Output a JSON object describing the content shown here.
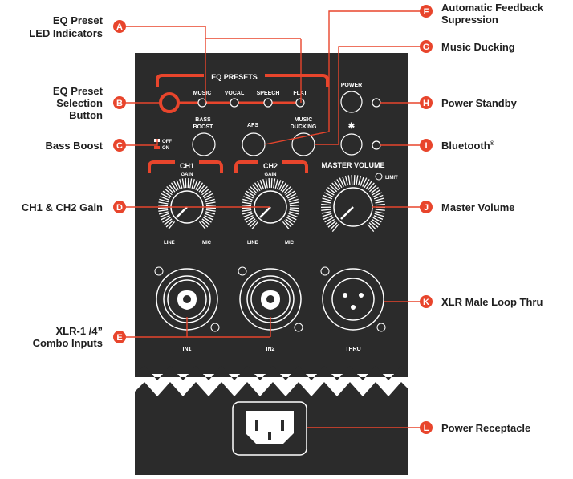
{
  "colors": {
    "panel": "#2b2b2b",
    "accent": "#e8452c",
    "line": "#e8452c",
    "text": "#1f1f1f",
    "panel_text": "#ffffff"
  },
  "callouts": {
    "A": {
      "letter": "A",
      "line1": "EQ Preset",
      "line2": "LED Indicators"
    },
    "B": {
      "letter": "B",
      "line1": "EQ Preset",
      "line2": "Selection",
      "line3": "Button"
    },
    "C": {
      "letter": "C",
      "line1": "Bass Boost"
    },
    "D": {
      "letter": "D",
      "line1": "CH1 & CH2 Gain"
    },
    "E": {
      "letter": "E",
      "line1": "XLR-1 /4”",
      "line2": "Combo Inputs"
    },
    "F": {
      "letter": "F",
      "line1": "Automatic Feedback",
      "line2": "Supression"
    },
    "G": {
      "letter": "G",
      "line1": "Music Ducking"
    },
    "H": {
      "letter": "H",
      "line1": "Power Standby"
    },
    "I": {
      "letter": "I",
      "line1": "Bluetooth",
      "sup": "®"
    },
    "J": {
      "letter": "J",
      "line1": "Master Volume"
    },
    "K": {
      "letter": "K",
      "line1": "XLR Male Loop Thru"
    },
    "L": {
      "letter": "L",
      "line1": "Power Receptacle"
    }
  },
  "panel": {
    "eq_presets_title": "EQ PRESETS",
    "eq_music": "MUSIC",
    "eq_vocal": "VOCAL",
    "eq_speech": "SPEECH",
    "eq_flat": "FLAT",
    "power": "POWER",
    "bluetooth_glyph": "✱",
    "bass_boost_1": "BASS",
    "bass_boost_2": "BOOST",
    "afs": "AFS",
    "music_ducking_1": "MUSIC",
    "music_ducking_2": "DUCKING",
    "off": "OFF",
    "on": "ON",
    "ch1": "CH1",
    "ch2": "CH2",
    "gain": "GAIN",
    "master_volume": "MASTER VOLUME",
    "limit": "LIMIT",
    "line": "LINE",
    "mic": "MIC",
    "in1": "IN1",
    "in2": "IN2",
    "thru": "THRU"
  }
}
